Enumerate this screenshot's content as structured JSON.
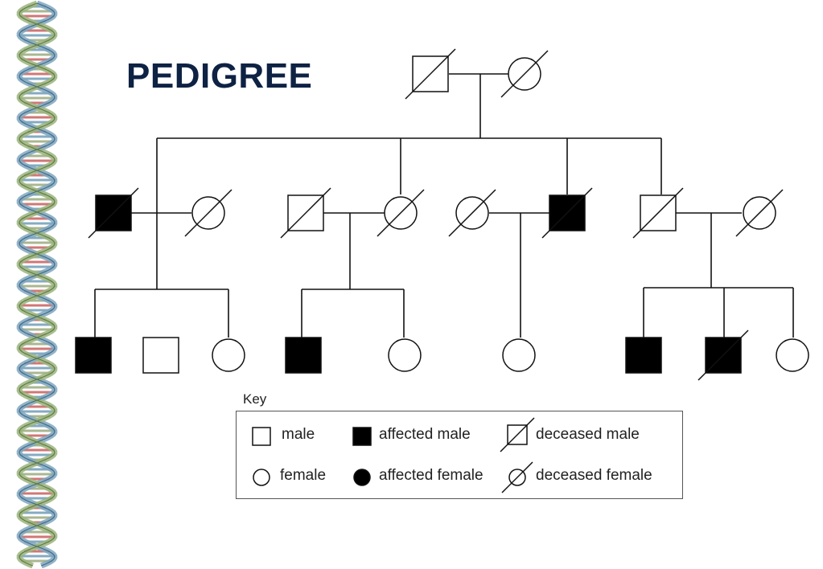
{
  "title": "PEDIGREE",
  "colors": {
    "title": "#0e2244",
    "line": "#111111",
    "fill_affected": "#000000",
    "helix_blue": "#5c8fb0",
    "helix_green": "#8ea06c",
    "helix_red": "#c24a47"
  },
  "key": {
    "caption": "Key",
    "items": [
      {
        "label": "male",
        "symbol": "square"
      },
      {
        "label": "affected male",
        "symbol": "filled-square"
      },
      {
        "label": "deceased male",
        "symbol": "crossed-square"
      },
      {
        "label": "female",
        "symbol": "circle"
      },
      {
        "label": "affected female",
        "symbol": "filled-circle"
      },
      {
        "label": "deceased female",
        "symbol": "crossed-circle"
      }
    ]
  },
  "individuals": [
    {
      "id": "g1-father",
      "generation": 1,
      "sex": "male",
      "affected": false,
      "deceased": true
    },
    {
      "id": "g1-mother",
      "generation": 1,
      "sex": "female",
      "affected": false,
      "deceased": true
    },
    {
      "id": "g2-son-a",
      "generation": 2,
      "sex": "male",
      "affected": true,
      "deceased": true
    },
    {
      "id": "g2-spouse-a",
      "generation": 2,
      "sex": "female",
      "affected": false,
      "deceased": true
    },
    {
      "id": "g2-spouse-b",
      "generation": 2,
      "sex": "male",
      "affected": false,
      "deceased": true
    },
    {
      "id": "g2-daughter-b",
      "generation": 2,
      "sex": "female",
      "affected": false,
      "deceased": true
    },
    {
      "id": "g2-spouse-c",
      "generation": 2,
      "sex": "female",
      "affected": false,
      "deceased": true
    },
    {
      "id": "g2-son-c",
      "generation": 2,
      "sex": "male",
      "affected": true,
      "deceased": true
    },
    {
      "id": "g2-son-d",
      "generation": 2,
      "sex": "male",
      "affected": false,
      "deceased": true
    },
    {
      "id": "g2-spouse-d",
      "generation": 2,
      "sex": "female",
      "affected": false,
      "deceased": true
    },
    {
      "id": "g3-a1",
      "generation": 3,
      "sex": "male",
      "affected": true,
      "deceased": false
    },
    {
      "id": "g3-a2",
      "generation": 3,
      "sex": "male",
      "affected": false,
      "deceased": false
    },
    {
      "id": "g3-a3",
      "generation": 3,
      "sex": "female",
      "affected": false,
      "deceased": false
    },
    {
      "id": "g3-b1",
      "generation": 3,
      "sex": "male",
      "affected": true,
      "deceased": false
    },
    {
      "id": "g3-b2",
      "generation": 3,
      "sex": "female",
      "affected": false,
      "deceased": false
    },
    {
      "id": "g3-c1",
      "generation": 3,
      "sex": "female",
      "affected": false,
      "deceased": false
    },
    {
      "id": "g3-d1",
      "generation": 3,
      "sex": "male",
      "affected": true,
      "deceased": false
    },
    {
      "id": "g3-d2",
      "generation": 3,
      "sex": "male",
      "affected": true,
      "deceased": true
    },
    {
      "id": "g3-d3",
      "generation": 3,
      "sex": "female",
      "affected": false,
      "deceased": false
    }
  ]
}
